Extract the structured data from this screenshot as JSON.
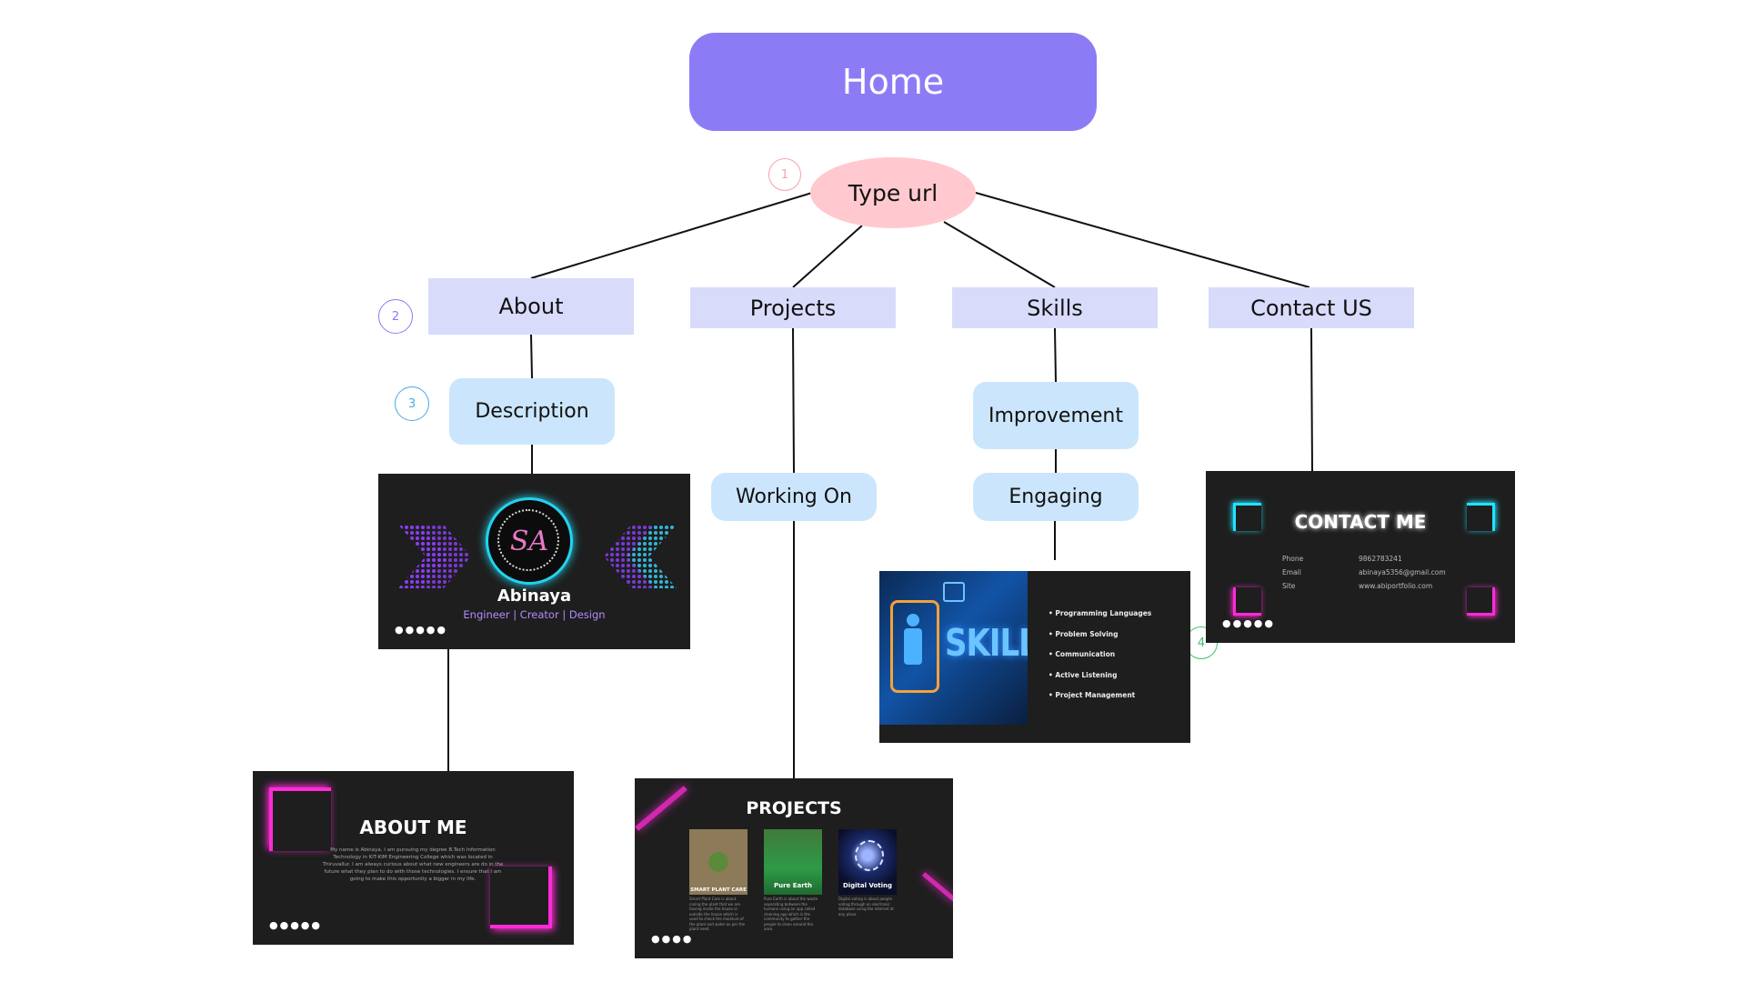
{
  "diagram": {
    "home": "Home",
    "type_url": "Type url",
    "steps": [
      "1",
      "2",
      "3",
      "4"
    ],
    "sections": {
      "about": "About",
      "projects": "Projects",
      "skills": "Skills",
      "contact": "Contact US"
    },
    "subnodes": {
      "description": "Description",
      "working_on": "Working On",
      "improvement": "Improvement",
      "engaging": "Engaging"
    }
  },
  "slides": {
    "intro": {
      "monogram": "SA",
      "name": "Abinaya",
      "tagline": "Engineer | Creator | Design",
      "dots": "●●●●●"
    },
    "about_me": {
      "title": "ABOUT ME",
      "body": "My name is Abinaya. I am pursuing my degree B.Tech Information Technology in KIT-KIM Engineering College which was located in Thiruvallur. I am always curious about what new engineers are do in the future what they plan to do with those technologies. I ensure that I am going to make this opportunity a bigger in my life.",
      "dots": "●●●●●"
    },
    "projects": {
      "title": "PROJECTS",
      "items": [
        {
          "name": "SMART PLANT CARE",
          "desc": "Smart Plant Care is about caring the plant that we are having inside the house or outside the house which is used to check the moisture of the plant and water as per the plant need."
        },
        {
          "name": "Pure Earth",
          "desc": "Pure Earth is about the waste separating between the humans using an app called cleaning app which is the community to gather the people to clean around the area."
        },
        {
          "name": "Digital Voting",
          "desc": "Digital voting is about people voting through an electronic database using the internet at any place."
        }
      ],
      "dots": "●●●●"
    },
    "skills": {
      "image_text": "SKILLS",
      "items": [
        "Programming Languages",
        "Problem Solving",
        "Communication",
        "Active Listening",
        "Project Management"
      ]
    },
    "contact": {
      "title": "CONTACT ME",
      "rows": [
        {
          "label": "Phone",
          "value": "9862783241"
        },
        {
          "label": "Email",
          "value": "abinaya5356@gmail.com"
        },
        {
          "label": "Site",
          "value": "www.abiportfolio.com"
        }
      ],
      "dots": "●●●●●"
    }
  },
  "colors": {
    "home": "#8b7cf6",
    "type_url": "#ffc9cf",
    "section": "#d9dbfb",
    "subnode": "#cbe6fc",
    "slide_bg": "#1e1e1e",
    "neon_pink": "#ff2bd6",
    "neon_cyan": "#20e3ff",
    "step1": "#f7a1ad",
    "step2": "#8b7cf6",
    "step3": "#4aa8e8",
    "step4": "#3cc46b"
  }
}
